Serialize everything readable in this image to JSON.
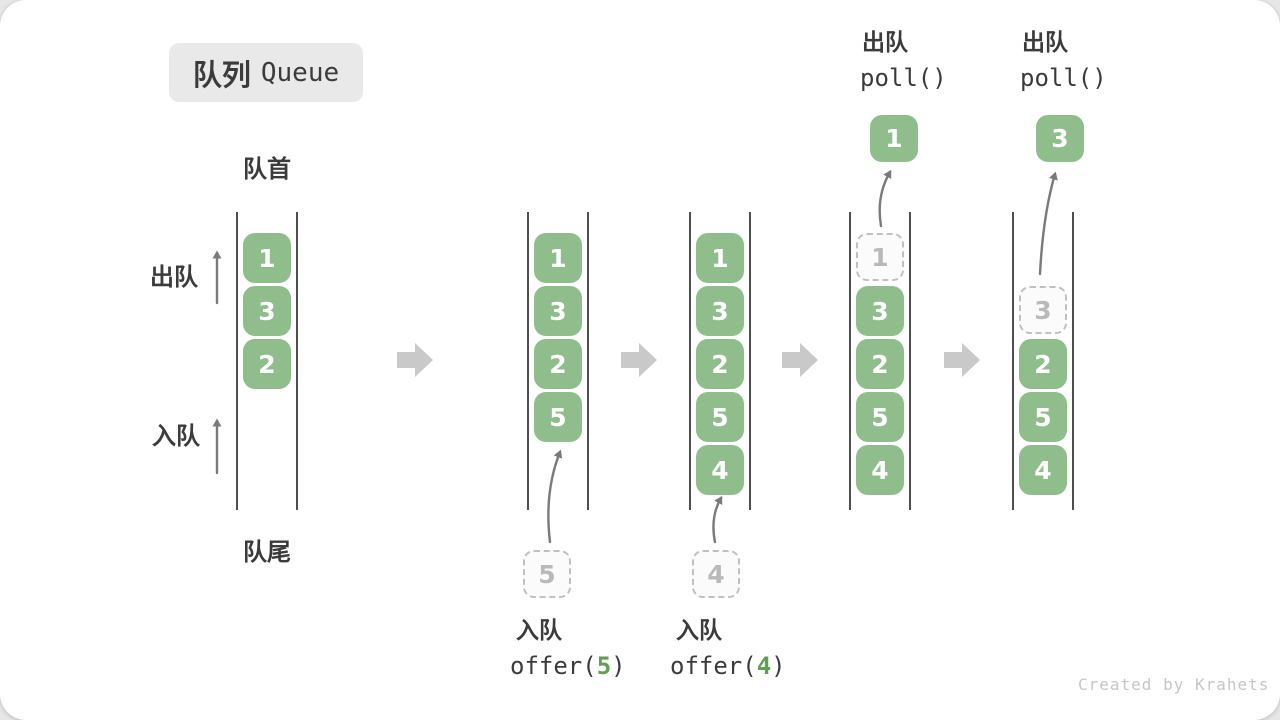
{
  "title": {
    "zh": "队列",
    "en": "Queue"
  },
  "side_labels": {
    "front": "队首",
    "rear": "队尾",
    "dequeue": "出队",
    "enqueue": "入队"
  },
  "states": [
    {
      "boxes": [
        "1",
        "3",
        "2"
      ]
    },
    {
      "boxes": [
        "1",
        "3",
        "2",
        "5"
      ],
      "incoming": "5"
    },
    {
      "boxes": [
        "1",
        "3",
        "2",
        "5",
        "4"
      ],
      "incoming": "4"
    },
    {
      "removed": "1",
      "boxes": [
        "3",
        "2",
        "5",
        "4"
      ],
      "popped": "1"
    },
    {
      "removed": "3",
      "boxes": [
        "2",
        "5",
        "4"
      ],
      "popped": "3"
    }
  ],
  "operations": {
    "enqueue5": {
      "zh": "入队",
      "code_open": "offer(",
      "arg": "5",
      "code_close": ")"
    },
    "enqueue4": {
      "zh": "入队",
      "code_open": "offer(",
      "arg": "4",
      "code_close": ")"
    },
    "poll1": {
      "zh": "出队",
      "code": "poll()"
    },
    "poll2": {
      "zh": "出队",
      "code": "poll()"
    }
  },
  "watermark": "Created by Krahets",
  "colors": {
    "box_green": "#8FBE8C",
    "code_green": "#5FA052",
    "step_arrow_gray": "#C9C9C9",
    "thin_arrow_gray": "#7A7A7A",
    "badge_bg": "#E9E9E9",
    "text_dark": "#3B3B3B"
  }
}
